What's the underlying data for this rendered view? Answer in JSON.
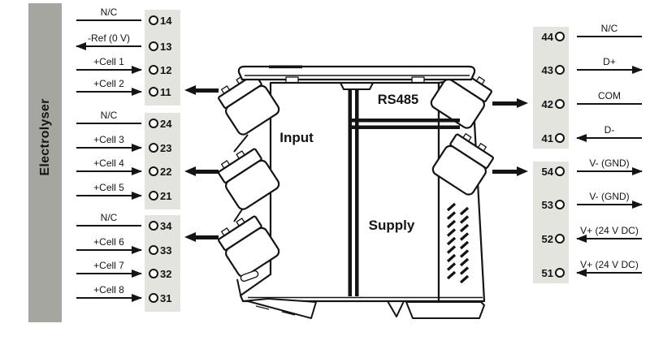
{
  "source": {
    "label": "Electrolyser"
  },
  "device": {
    "input_label": "Input",
    "rs485_label": "RS485",
    "supply_label": "Supply"
  },
  "left_wiring": {
    "rows": [
      {
        "terminal": "14",
        "label": "N/C",
        "direction": "none"
      },
      {
        "terminal": "13",
        "label": "-Ref (0 V)",
        "direction": "to-electrolyser"
      },
      {
        "terminal": "12",
        "label": "+Cell 1",
        "direction": "to-device"
      },
      {
        "terminal": "11",
        "label": "+Cell 2",
        "direction": "to-device"
      },
      {
        "terminal": "24",
        "label": "N/C",
        "direction": "none"
      },
      {
        "terminal": "23",
        "label": "+Cell 3",
        "direction": "to-device"
      },
      {
        "terminal": "22",
        "label": "+Cell 4",
        "direction": "to-device"
      },
      {
        "terminal": "21",
        "label": "+Cell 5",
        "direction": "to-device"
      },
      {
        "terminal": "34",
        "label": "N/C",
        "direction": "none"
      },
      {
        "terminal": "33",
        "label": "+Cell 6",
        "direction": "to-device"
      },
      {
        "terminal": "32",
        "label": "+Cell 7",
        "direction": "to-device"
      },
      {
        "terminal": "31",
        "label": "+Cell 8",
        "direction": "to-device"
      }
    ]
  },
  "right_wiring": {
    "rows": [
      {
        "terminal": "44",
        "label": "N/C",
        "direction": "none"
      },
      {
        "terminal": "43",
        "label": "D+",
        "direction": "out"
      },
      {
        "terminal": "42",
        "label": "COM",
        "direction": "none"
      },
      {
        "terminal": "41",
        "label": "D-",
        "direction": "in"
      },
      {
        "terminal": "54",
        "label": "V- (GND)",
        "direction": "out"
      },
      {
        "terminal": "53",
        "label": "V- (GND)",
        "direction": "out"
      },
      {
        "terminal": "52",
        "label": "V+ (24 V DC)",
        "direction": "in"
      },
      {
        "terminal": "51",
        "label": "V+ (24 V DC)",
        "direction": "in"
      }
    ]
  },
  "colors": {
    "terminal_block_bg": "#e4e4df",
    "electrolyser_bar": "#a6a6a1",
    "line": "#141414"
  }
}
